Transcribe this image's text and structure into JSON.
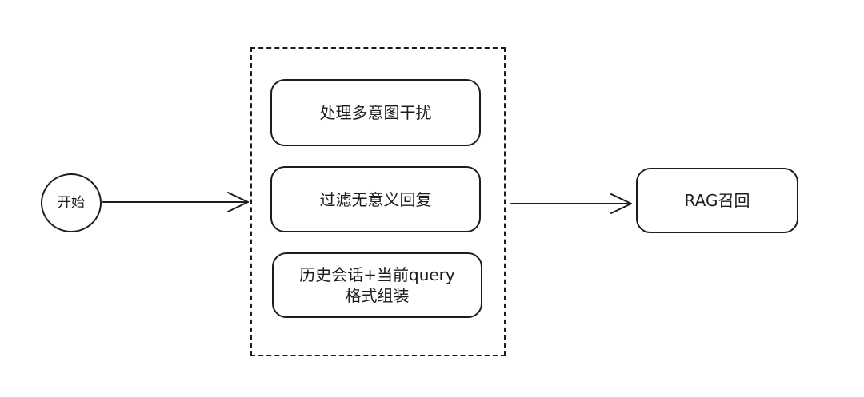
{
  "start": {
    "label": "开始"
  },
  "steps": [
    {
      "label": "处理多意图干扰"
    },
    {
      "label": "过滤无意义回复"
    },
    {
      "label": "历史会话+当前query\n格式组装"
    }
  ],
  "end": {
    "label": "RAG召回"
  }
}
